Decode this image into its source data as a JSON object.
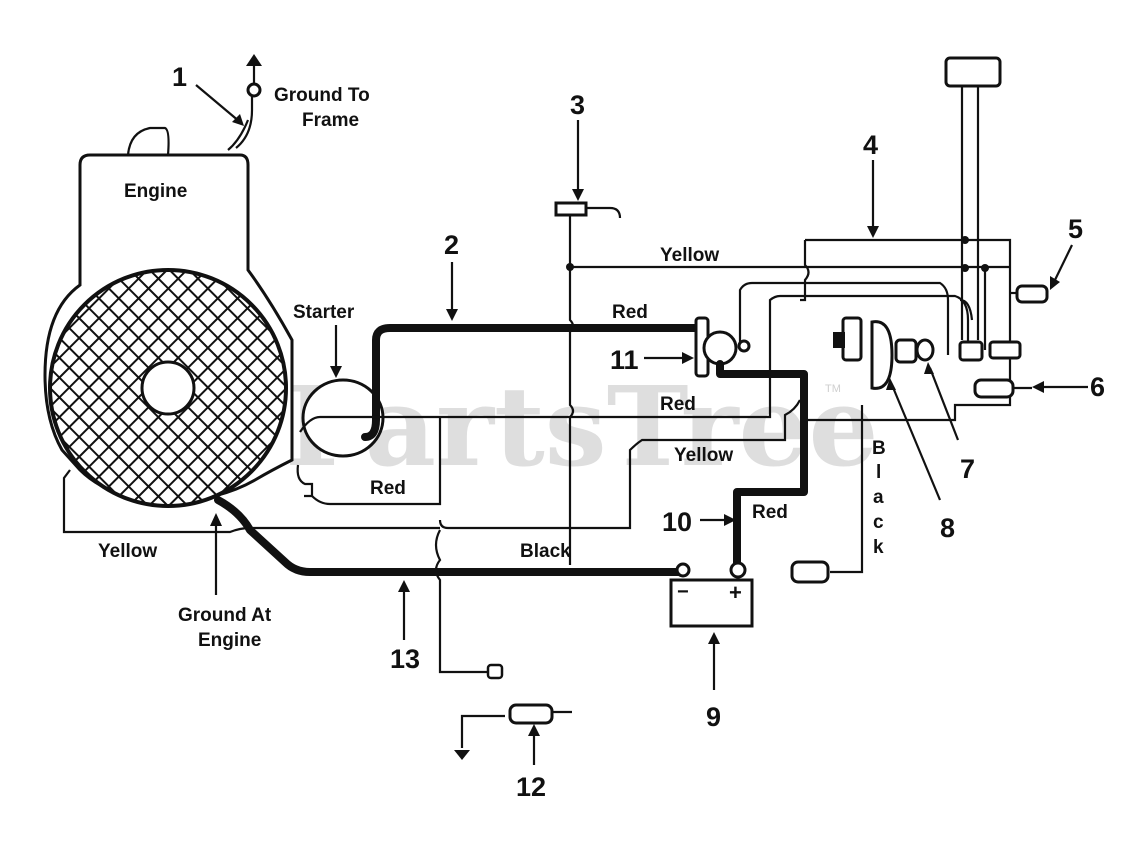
{
  "watermark": {
    "text": "PartsTree",
    "tm": "TM"
  },
  "labels": {
    "engine": "Engine",
    "ground_to_frame": [
      "Ground To",
      "Frame"
    ],
    "starter": "Starter",
    "ground_at_engine": [
      "Ground At",
      "Engine"
    ]
  },
  "wires": {
    "yellow_top": "Yellow",
    "red_top": "Red",
    "red_mid": "Red",
    "yellow_mid": "Yellow",
    "red_starter": "Red",
    "red_battery": "Red",
    "black_main": "Black",
    "yellow_left": "Yellow",
    "black_vertical": [
      "B",
      "l",
      "a",
      "c",
      "k"
    ]
  },
  "callouts": [
    "1",
    "2",
    "3",
    "4",
    "5",
    "6",
    "7",
    "8",
    "9",
    "10",
    "11",
    "12",
    "13"
  ],
  "battery": {
    "neg": "−",
    "pos": "+"
  }
}
